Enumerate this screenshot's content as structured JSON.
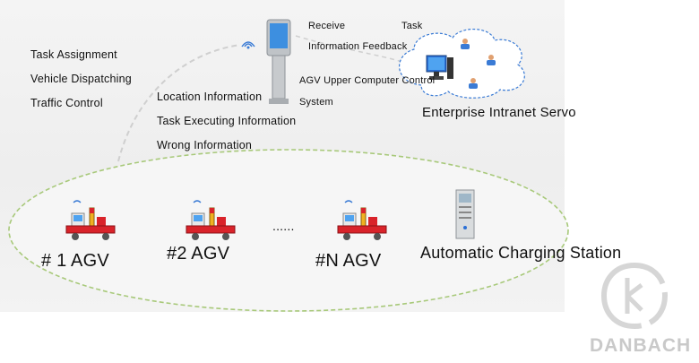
{
  "left_list": [
    "Task Assignment",
    "Vehicle  Dispatching",
    "Traffic Control"
  ],
  "center_list": [
    "Location Information",
    "Task  Executing  Information",
    "Wrong Information"
  ],
  "receive_text": "Receive",
  "task_text": "Task",
  "feedback_text": "Information Feedback",
  "upper_system_line1": "AGV  Upper  Computer  Control",
  "upper_system_line2": "System",
  "intranet_label": "Enterprise Intranet Servo",
  "agvs": [
    {
      "label": "# 1 AGV"
    },
    {
      "label": "#2 AGV"
    },
    {
      "label": "#N AGV"
    }
  ],
  "ellipsis": "......",
  "station_label": "Automatic Charging Station",
  "watermark": "DANBACH",
  "icons": [
    "wifi-icon",
    "kiosk-terminal-icon",
    "server-computer-icon",
    "user-icon",
    "agv-vehicle-icon",
    "charging-cabinet-icon",
    "danbach-logo-icon"
  ],
  "colors": {
    "ellipse_border": "#a8c97a",
    "agv_red": "#d9232a",
    "computer_blue": "#2a6fd6",
    "watermark": "#c9c9c9"
  }
}
